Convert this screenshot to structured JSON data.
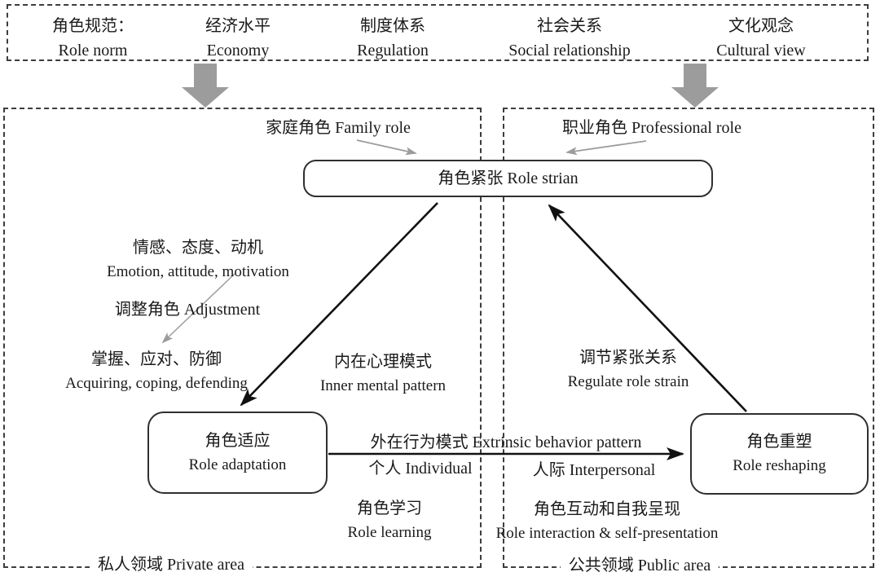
{
  "colors": {
    "background": "#ffffff",
    "box_border": "#2f2f2f",
    "dashed_border": "#3d3d3d",
    "arrow_black": "#111111",
    "arrow_gray": "#9c9c9c",
    "text": "#1a1a1a"
  },
  "environment_factors": [
    {
      "zh": "角色规范：",
      "en": "Role norm"
    },
    {
      "zh": "经济水平",
      "en": "Economy"
    },
    {
      "zh": "制度体系",
      "en": "Regulation"
    },
    {
      "zh": "社会关系",
      "en": "Social relationship"
    },
    {
      "zh": "文化观念",
      "en": "Cultural view"
    }
  ],
  "areas": {
    "private": "私人领域 Private area",
    "public": "公共领域 Public area"
  },
  "nodes": {
    "role_strain": "角色紧张 Role strian",
    "role_adaptation_zh": "角色适应",
    "role_adaptation_en": "Role adaptation",
    "role_reshaping_zh": "角色重塑",
    "role_reshaping_en": "Role reshaping"
  },
  "labels": {
    "family_role": "家庭角色 Family role",
    "professional_role": "职业角色 Professional role",
    "emotion_zh": "情感、态度、动机",
    "emotion_en": "Emotion, attitude, motivation",
    "adjustment": "调整角色 Adjustment",
    "acquiring_zh": "掌握、应对、防御",
    "acquiring_en": "Acquiring, coping, defending",
    "inner_zh": "内在心理模式",
    "inner_en": "Inner mental pattern",
    "regulate_zh": "调节紧张关系",
    "regulate_en": "Regulate role strain",
    "extrinsic": "外在行为模式 Extrinsic behavior pattern",
    "individual": "个人 Individual",
    "interpersonal": "人际 Interpersonal",
    "learning_zh": "角色学习",
    "learning_en": "Role learning",
    "interaction_zh": "角色互动和自我呈现",
    "interaction_en": "Role interaction & self-presentation"
  }
}
